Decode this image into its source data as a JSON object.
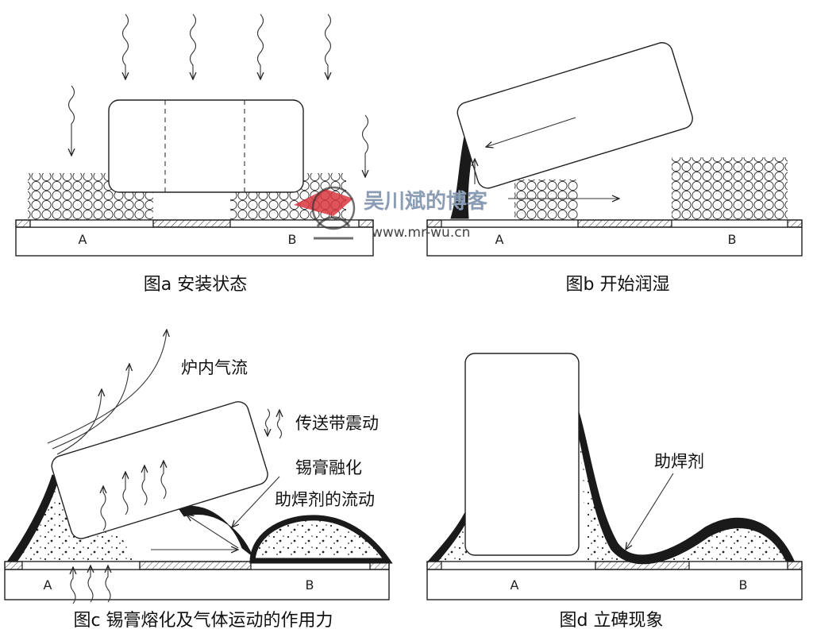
{
  "panels": {
    "a": {
      "caption": "图a 安装状态",
      "pad_left": "A",
      "pad_right": "B"
    },
    "b": {
      "caption": "图b 开始润湿",
      "pad_left": "A",
      "pad_right": "B"
    },
    "c": {
      "caption": "图c 锡膏熔化及气体运动的作用力",
      "pad_left": "A",
      "pad_right": "B",
      "annotations": [
        "炉内气流",
        "传送带震动",
        "锡膏融化",
        "助焊剂的流动"
      ]
    },
    "d": {
      "caption": "图d 立碑现象",
      "pad_left": "A",
      "pad_right": "B",
      "annotations": [
        "助焊剂"
      ]
    }
  },
  "watermark": {
    "name": "吴川斌的博客",
    "url": "www.mr-wu.cn",
    "logo_color": "#d9363e"
  }
}
